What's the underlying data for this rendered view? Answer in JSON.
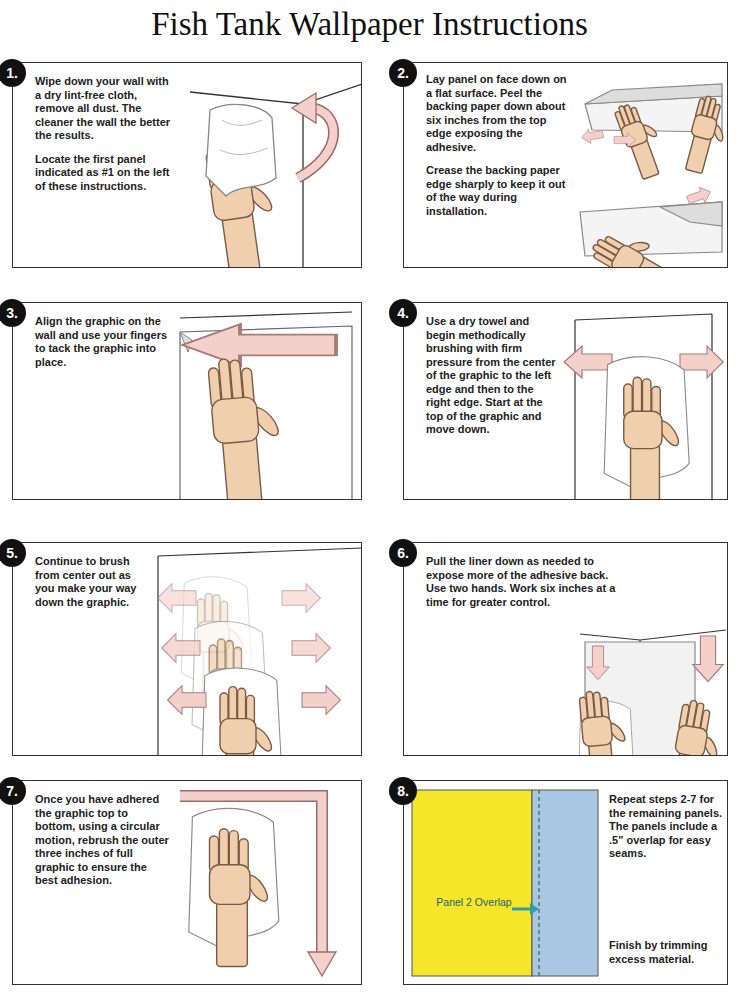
{
  "diagram": {
    "title": "Fish Tank Wallpaper Instructions",
    "nodes": [
      {
        "text": [
          "1.",
          "Wipe down your wall with a dry lint-free cloth, remove all dust. The cleaner the wall the better the results.",
          "Locate the first panel indicated as #1 on the left of these instructions."
        ]
      },
      {
        "text": [
          "2.",
          "Lay panel on face down on a flat surface. Peel the backing paper down about six inches from the top edge exposing the adhesive.",
          "Crease the backing paper edge sharply to keep it out of the way during installation."
        ]
      },
      {
        "text": [
          "3.",
          "Align the graphic on the wall and use your fingers to tack the graphic into place."
        ]
      },
      {
        "text": [
          "4.",
          "Use a dry towel and begin methodically brushing with firm pressure from the center of the graphic to the left edge and then to the right edge. Start at the top of the graphic and move down."
        ]
      },
      {
        "text": [
          "5.",
          "Continue to brush from center out as you make your way down the graphic."
        ]
      },
      {
        "text": [
          "6.",
          "Pull the liner down as needed to expose more of the adhesive back. Use two hands. Work six inches at a time for greater control."
        ]
      },
      {
        "text": [
          "7.",
          "Once you have adhered the graphic top to bottom, using a circular motion, rebrush the outer three inches of full graphic to ensure the best adhesion."
        ]
      },
      {
        "text": [
          "8.",
          "Repeat steps 2-7 for the remaining panels. The panels include a .5\" overlap for easy seams.",
          "Finish by trimming excess material."
        ]
      }
    ],
    "labels": [
      "Panel 2 Overlap"
    ]
  }
}
